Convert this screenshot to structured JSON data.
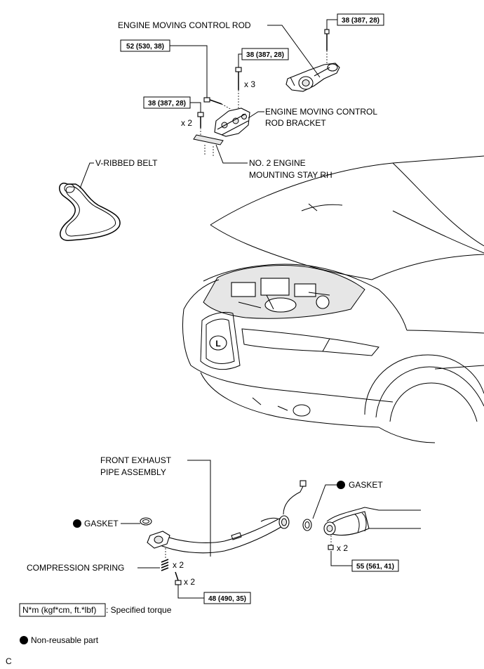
{
  "labels": {
    "engine_moving_control_rod": "ENGINE MOVING CONTROL ROD",
    "engine_moving_control_rod_bracket_1": "ENGINE MOVING CONTROL",
    "engine_moving_control_rod_bracket_2": "ROD BRACKET",
    "no2_engine_mounting_stay_1": "NO. 2 ENGINE",
    "no2_engine_mounting_stay_2": "MOUNTING STAY RH",
    "v_ribbed_belt": "V-RIBBED BELT",
    "front_exhaust_pipe_1": "FRONT EXHAUST",
    "front_exhaust_pipe_2": "PIPE ASSEMBLY",
    "gasket_left": "GASKET",
    "gasket_right": "GASKET",
    "compression_spring": "COMPRESSION SPRING"
  },
  "torques": {
    "rod_bolt": "38 (387, 28)",
    "bracket_bolt_a": "52 (530, 38)",
    "bracket_bolts_x3": "38 (387, 28)",
    "stay_bolts_x2": "38 (387, 28)",
    "exhaust_rear_nuts": "55 (561, 41)",
    "exhaust_front_bolts": "48 (490, 35)"
  },
  "quantities": {
    "bracket_bolts": "x 3",
    "stay_bolts": "x 2",
    "spring": "x 2",
    "front_bolts": "x 2",
    "rear_nuts": "x 2"
  },
  "legend": {
    "torque_box": "N*m (kgf*cm, ft.*lbf)",
    "torque_text": ": Specified torque",
    "nonreusable": "Non-reusable part"
  },
  "emblem": "L",
  "corner_mark": "C"
}
